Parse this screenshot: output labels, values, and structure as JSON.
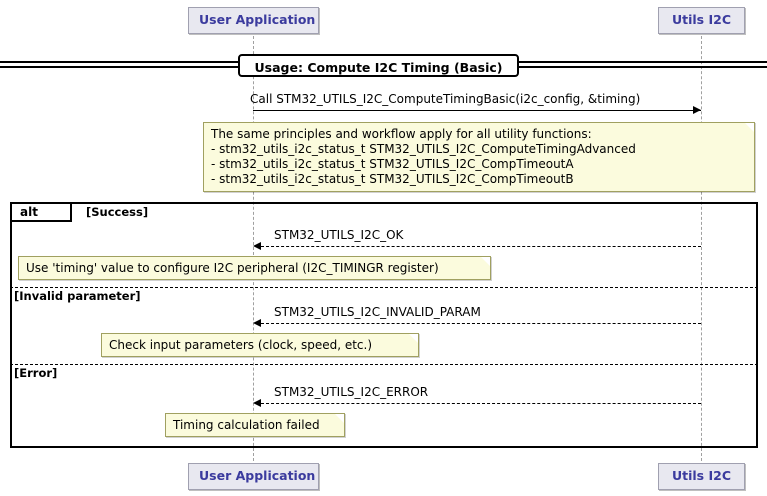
{
  "diagram": {
    "type": "sequence",
    "title": "Usage: Compute I2C Timing (Basic)",
    "participants": [
      {
        "id": "user-application",
        "label": "User Application"
      },
      {
        "id": "utils-i2c",
        "label": "Utils I2C"
      }
    ],
    "messages": [
      {
        "id": "m1",
        "label": "Call STM32_UTILS_I2C_ComputeTimingBasic(i2c_config, &timing)"
      },
      {
        "id": "m2",
        "label": "STM32_UTILS_I2C_OK"
      },
      {
        "id": "m3",
        "label": "STM32_UTILS_I2C_INVALID_PARAM"
      },
      {
        "id": "m4",
        "label": "STM32_UTILS_I2C_ERROR"
      }
    ],
    "notes": [
      {
        "id": "n1",
        "text": "The same principles and workflow apply for all utility functions:\n- stm32_utils_i2c_status_t STM32_UTILS_I2C_ComputeTimingAdvanced\n- stm32_utils_i2c_status_t STM32_UTILS_I2C_CompTimeoutA\n- stm32_utils_i2c_status_t STM32_UTILS_I2C_CompTimeoutB"
      },
      {
        "id": "n2",
        "text": "Use 'timing' value to configure I2C peripheral (I2C_TIMINGR register)"
      },
      {
        "id": "n3",
        "text": "Check input parameters (clock, speed, etc.)"
      },
      {
        "id": "n4",
        "text": "Timing calculation failed"
      }
    ],
    "alt": {
      "label": "alt",
      "branches": [
        {
          "id": "b1",
          "condition": "[Success]"
        },
        {
          "id": "b2",
          "condition": "[Invalid parameter]"
        },
        {
          "id": "b3",
          "condition": "[Error]"
        }
      ]
    },
    "footer_participants": [
      {
        "id": "user-application-footer",
        "label": "User Application"
      },
      {
        "id": "utils-i2c-footer",
        "label": "Utils I2C"
      }
    ],
    "colors": {
      "participant_bg": "#e8e8f0",
      "participant_text": "#3b3b9e",
      "note_bg": "#fbfbdd",
      "note_border": "#a0a060",
      "lifeline": "#a0a0a0"
    }
  }
}
